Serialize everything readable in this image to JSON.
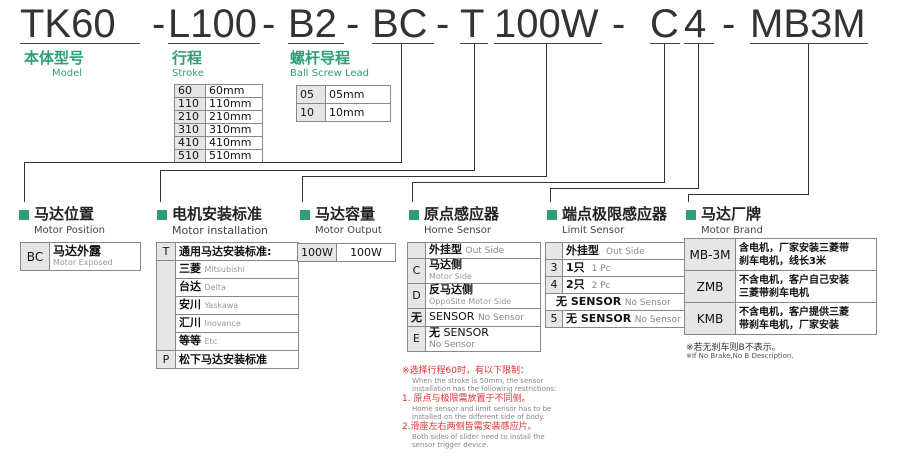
{
  "code": {
    "tk60": "TK60",
    "dash": "-",
    "l100": "L100",
    "b2": "B2",
    "bc": "BC",
    "t": "T",
    "w100": "100W",
    "c": "C",
    "four": "4",
    "mb3m": "MB3M"
  },
  "model": {
    "cn": "本体型号",
    "en": "Model"
  },
  "stroke": {
    "cn": "行程",
    "en": "Stroke",
    "rows": [
      [
        "60",
        "60mm"
      ],
      [
        "110",
        "110mm"
      ],
      [
        "210",
        "210mm"
      ],
      [
        "310",
        "310mm"
      ],
      [
        "410",
        "410mm"
      ],
      [
        "510",
        "510mm"
      ]
    ]
  },
  "lead": {
    "cn": "螺杆导程",
    "en": "Ball Screw Lead",
    "rows": [
      [
        "05",
        "05mm"
      ],
      [
        "10",
        "10mm"
      ]
    ]
  },
  "motor_position": {
    "cn": "马达位置",
    "en": "Motor Position",
    "code": "BC",
    "label_cn": "马达外露",
    "label_en": "Motor Exposed"
  },
  "motor_install": {
    "cn": "电机安装标准",
    "en": "Motor installation",
    "t_code": "T",
    "t_label": "通用马达安装标准:",
    "brands": [
      [
        "三菱",
        "Mitsubishi"
      ],
      [
        "台达",
        "Delta"
      ],
      [
        "安川",
        "Yaskawa"
      ],
      [
        "汇川",
        "Inovance"
      ],
      [
        "等等",
        "Etc"
      ]
    ],
    "p_code": "P",
    "p_label": "松下马达安装标准"
  },
  "motor_output": {
    "cn": "马达容量",
    "en": "Motor Output",
    "code": "100W",
    "label": "100W"
  },
  "home_sensor": {
    "cn": "原点感应器",
    "en": "Home Sensor",
    "hdr_cn": "外挂型",
    "hdr_en": "Out Side",
    "c_code": "C",
    "c_cn": "马达侧",
    "c_en": "Motor Side",
    "d_code": "D",
    "d_cn": "反马达侧",
    "d_en": "OppoSite Motor Side",
    "none_code": "无",
    "none_label": "SENSOR",
    "none_en": "No Sensor",
    "e_code": "E",
    "e_cn": "无",
    "e_label": "SENSOR",
    "e_en": "No Sensor"
  },
  "limit_sensor": {
    "cn": "端点极限感应器",
    "en": "Limit Sensor",
    "hdr_cn": "外挂型",
    "hdr_en": "Out Side",
    "rows": [
      [
        "3",
        "1只",
        "1 Pc"
      ],
      [
        "4",
        "2只",
        "2 Pc"
      ]
    ],
    "none_label": "无 SENSOR",
    "none_en": "No Sensor",
    "five": "5",
    "five_label": "无 SENSOR",
    "five_en": "No Sensor"
  },
  "motor_brand": {
    "cn": "马达厂牌",
    "en": "Motor Brand",
    "rows": [
      [
        "MB-3M",
        "含电机，厂家安装三菱带",
        "刹车电机，线长3米"
      ],
      [
        "ZMB",
        "不含电机，客户自己安装",
        "三菱带刹车电机"
      ],
      [
        "KMB",
        "不含电机，客户提供三菱",
        "带刹车电机，厂家安装"
      ]
    ],
    "note_cn": "※若无刹车则B不表示。",
    "note_en": "※If No Brake,No B Description."
  },
  "notes": {
    "n1_cn": "※选择行程60时，有以下限制：",
    "n1_en1": "When the stroke is 50mm, the sensor",
    "n1_en2": "installation has the following restrictions:",
    "n2_cn": "1. 原点与极限需放置于不同侧。",
    "n2_en1": "Home sensor and limit sensor has to be",
    "n2_en2": "installed on the different side of body.",
    "n3_cn": "2.滑座左右两侧皆需安装感应片。",
    "n3_en1": "Both sides of slider need to install the",
    "n3_en2": "sensor trigger device."
  },
  "colors": {
    "accent": "#2e9e78",
    "note_red": "#e03030"
  }
}
